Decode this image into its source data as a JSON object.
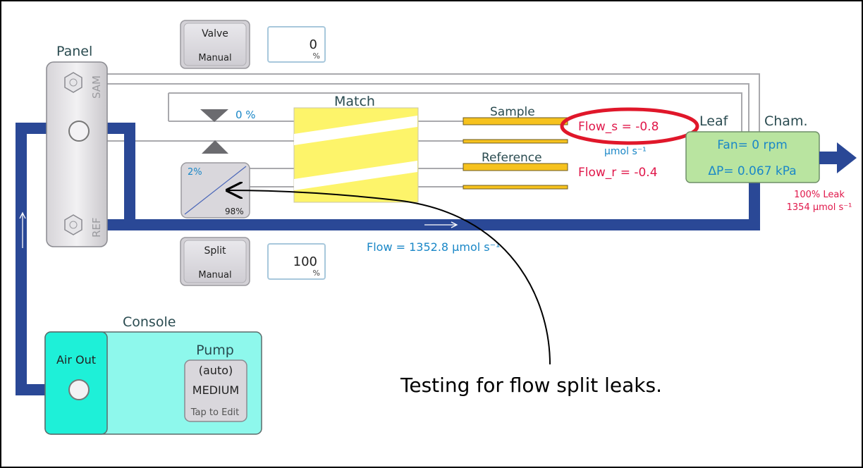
{
  "panel": {
    "title": "Panel",
    "sam_label": "SAM",
    "ref_label": "REF"
  },
  "valve": {
    "button_title": "Valve",
    "button_mode": "Manual",
    "value": "0",
    "unit": "%"
  },
  "valve_flow": {
    "pct": "0 %"
  },
  "split": {
    "button_title": "Split",
    "button_mode": "Manual",
    "value": "100",
    "unit": "%",
    "top_pct": "2%",
    "bottom_pct": "98%"
  },
  "match": {
    "title": "Match"
  },
  "sample": {
    "label": "Sample",
    "flow": "Flow_s = -0.8",
    "unit": "µmol s⁻¹"
  },
  "reference": {
    "label": "Reference",
    "flow": "Flow_r = -0.4"
  },
  "leaf": {
    "title": "Leaf",
    "fan": "Fan= 0 rpm",
    "dp": "ΔP= 0.067 kPa"
  },
  "chamber": {
    "title": "Cham.",
    "leak_pct": "100% Leak",
    "leak_flow": "1354 µmol s⁻¹"
  },
  "main_flow": {
    "label": "Flow = 1352.8 µmol s⁻¹"
  },
  "console": {
    "title": "Console",
    "air_out": "Air Out"
  },
  "pump": {
    "title": "Pump",
    "mode": "(auto)",
    "level": "MEDIUM",
    "edit": "Tap to Edit"
  },
  "caption": {
    "text": "Testing for flow split leaks."
  },
  "colors": {
    "flow_blue": "#2a4896",
    "accent_red": "#e0174a",
    "match_yellow": "#fdf46a",
    "leaf_green": "#b9e4a0",
    "console_teal": "#8ef8ec",
    "air_out_teal": "#1ef0d8"
  }
}
